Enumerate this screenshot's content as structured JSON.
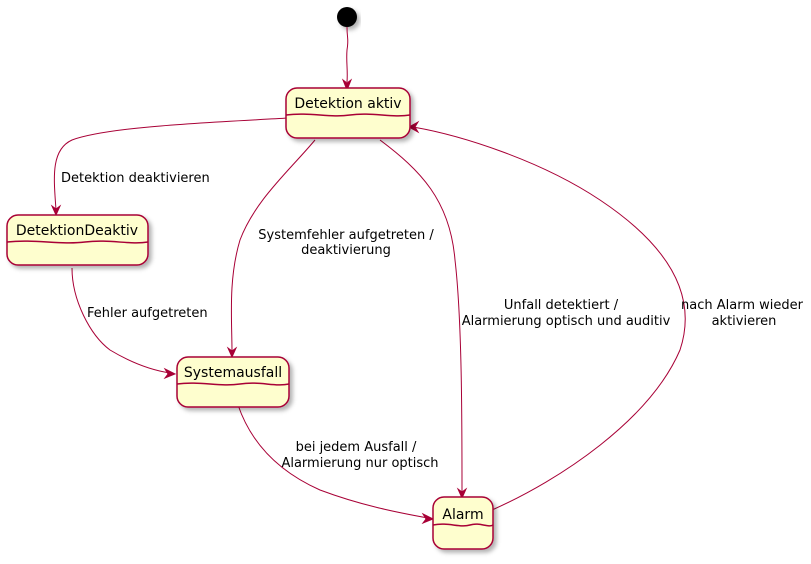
{
  "states": {
    "detektion_aktiv": "Detektion aktiv",
    "detektion_deaktiv": "DetektionDeaktiv",
    "systemausfall": "Systemausfall",
    "alarm": "Alarm"
  },
  "transitions": {
    "deaktivieren": "Detektion deaktivieren",
    "fehler": "Fehler aufgetreten",
    "systemfehler_1": "Systemfehler aufgetreten /",
    "systemfehler_2": "deaktivierung",
    "unfall_1": "Unfall detektiert /",
    "unfall_2": "Alarmierung optisch und auditiv",
    "ausfall_1": "bei jedem Ausfall /",
    "ausfall_2": "Alarmierung nur optisch",
    "reaktivieren_1": "nach Alarm wieder",
    "reaktivieren_2": "aktivieren"
  },
  "colors": {
    "state_fill": "#FEFECE",
    "border": "#A80036",
    "initial": "#000000"
  }
}
